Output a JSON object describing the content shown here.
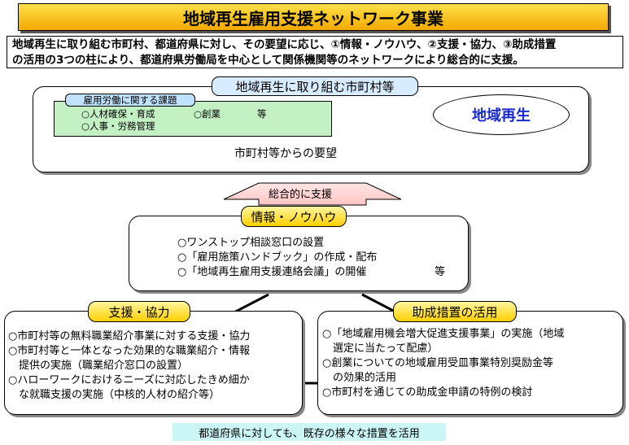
{
  "title": "地域再生雇用支援ネットワーク事業",
  "intro": {
    "line1": "地域再生に取り組む市町村、都道府県に対し、その要望に応じ、①情報・ノウハウ、②支援・協力、③助成措置",
    "line2": "の活用の3つの柱により、都道府県労働局を中心として関係機関等のネットワークにより総合的に支援。"
  },
  "municipality": {
    "header": "地域再生に取り組む市町村等",
    "issues_title": "雇用労働に関する課題",
    "issue1": "○人材確保・育成",
    "issue2": "○創業",
    "issue_etc": "等",
    "issue3": "○人事・労務管理",
    "goal": "地域再生",
    "request": "市町村等からの要望"
  },
  "support_label": "総合的に支援",
  "info": {
    "title": "情報・ノウハウ",
    "items": [
      "○ワンストップ相談窓口の設置",
      "○「雇用施策ハンドブック」の作成・配布",
      "○「地域再生雇用支援連絡会議」の開催"
    ],
    "etc": "等"
  },
  "cooperation": {
    "title": "支援・協力",
    "lines": [
      "○市町村等の無料職業紹介事業に対する支援・協力",
      "○市町村等と一体となった効果的な職業紹介・情報",
      "　提供の実施（職業紹介窓口の設置）",
      "○ハローワークにおけるニーズに対応したきめ細か",
      "　な就職支援の実施（中核的人材の紹介等）"
    ]
  },
  "subsidy": {
    "title": "助成措置の活用",
    "lines": [
      "○「地域雇用機会増大促進支援事業」の実施（地域",
      "　選定に当たって配慮）",
      "○創業についての地域雇用受皿事業特別奨励金等",
      "　の効果的活用",
      "○市町村を通じての助成金申請の特例の検討"
    ]
  },
  "footer": "都道府県に対しても、既存の様々な措置を活用",
  "colors": {
    "title_bg": "#f2b800",
    "header_blue": "#c8e6ff",
    "issues_green": "#c4f1c4",
    "goal_text": "#1a2bcc",
    "support_arrow": "#ffd6d6",
    "pillar_yellow": "#ffd000",
    "footer_bg": "#ccf6f6"
  }
}
